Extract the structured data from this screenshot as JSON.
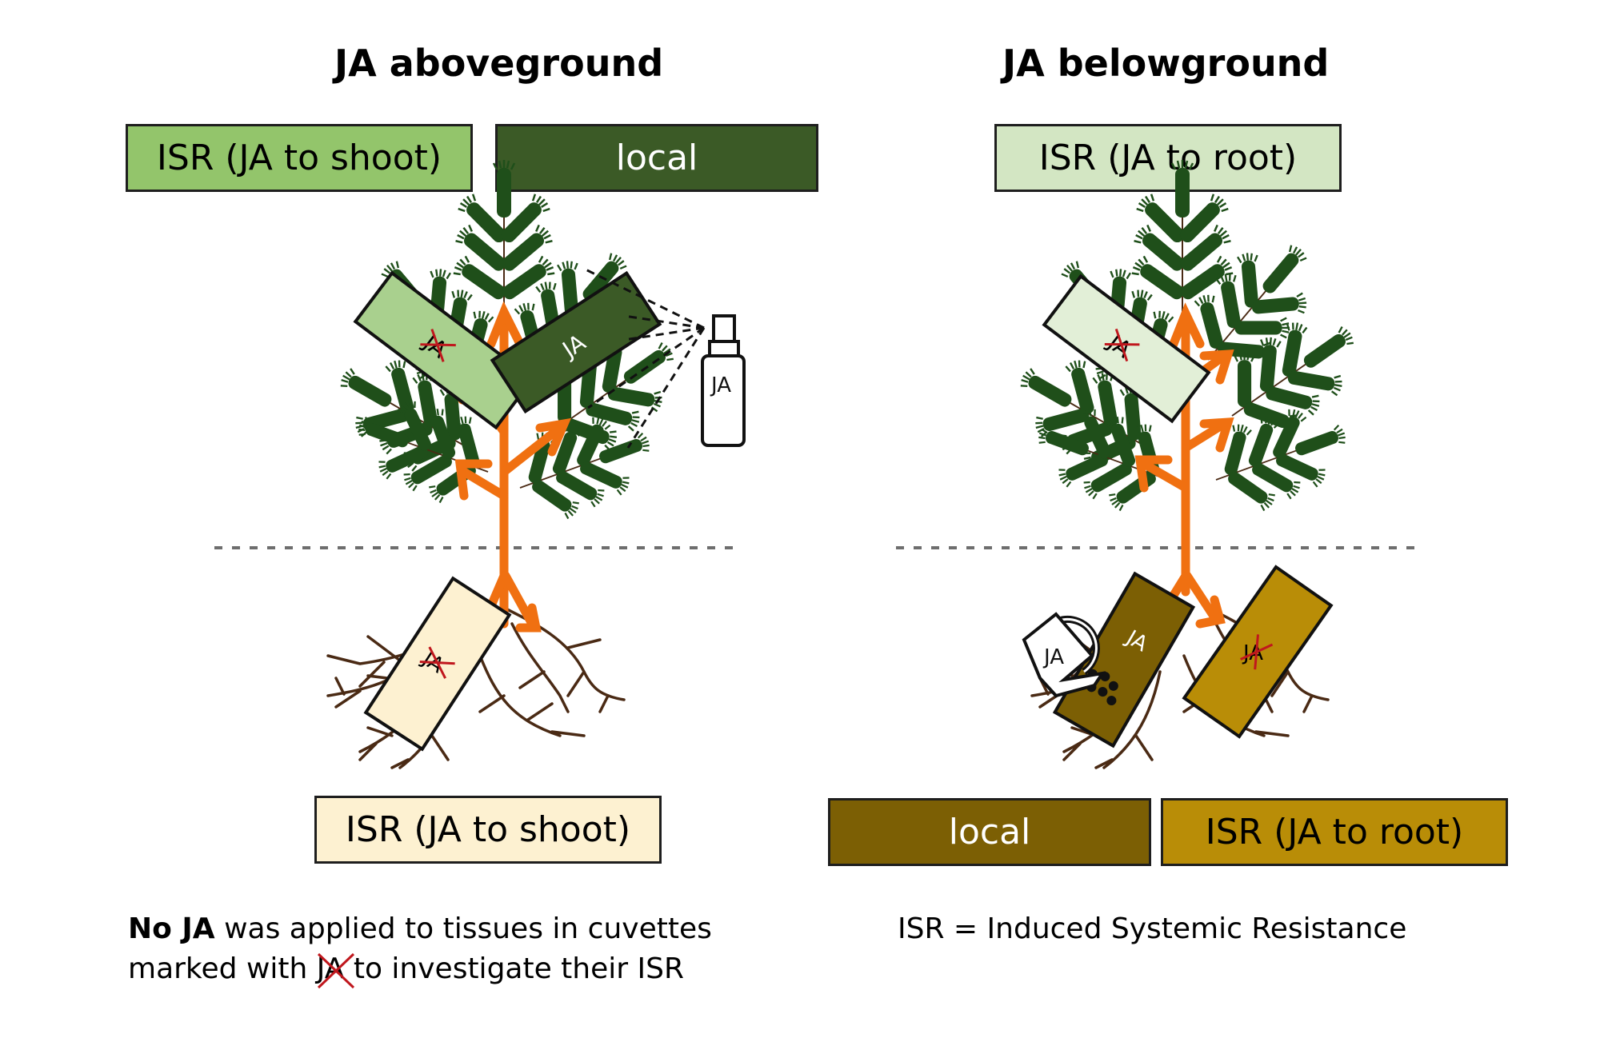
{
  "colors": {
    "isr_shoot_above": "#93c56b",
    "local_above": "#3b5a26",
    "isr_root_above": "#d3e6c3",
    "isr_shoot_below": "#fdf1d1",
    "local_below": "#7c5f04",
    "isr_root_below": "#b98d07",
    "leaf": "#1f4f1a",
    "signal_arrow": "#f07011",
    "root": "#4a2a14",
    "strike": "#c0171d"
  },
  "panels": [
    {
      "title": "JA aboveground",
      "top_boxes": [
        {
          "label": "ISR (JA to shoot)",
          "role": "isr-shoot"
        },
        {
          "label": "local",
          "role": "local"
        }
      ],
      "bottom_boxes": [
        {
          "label": "ISR (JA to shoot)",
          "role": "isr-shoot"
        }
      ],
      "cuvettes": [
        {
          "label": "JA",
          "treated": false,
          "location": "shoot"
        },
        {
          "label": "JA",
          "treated": true,
          "location": "shoot"
        },
        {
          "label": "JA",
          "treated": false,
          "location": "root"
        }
      ],
      "applicator": {
        "label": "JA",
        "type": "spray-bottle"
      }
    },
    {
      "title": "JA belowground",
      "top_boxes": [
        {
          "label": "ISR (JA to root)",
          "role": "isr-root"
        }
      ],
      "bottom_boxes": [
        {
          "label": "local",
          "role": "local"
        },
        {
          "label": "ISR (JA to root)",
          "role": "isr-root"
        }
      ],
      "cuvettes": [
        {
          "label": "JA",
          "treated": false,
          "location": "shoot"
        },
        {
          "label": "JA",
          "treated": true,
          "location": "root"
        },
        {
          "label": "JA",
          "treated": false,
          "location": "root"
        }
      ],
      "applicator": {
        "label": "JA",
        "type": "watering-can"
      }
    }
  ],
  "footnotes": {
    "left_bold": "No JA",
    "left_line1_rest": " was applied to tissues in cuvettes",
    "left_line2_pre": "marked with ",
    "left_line2_struck": "JA",
    "left_line2_post": " to investigate their ISR",
    "right": "ISR = Induced Systemic Resistance"
  }
}
